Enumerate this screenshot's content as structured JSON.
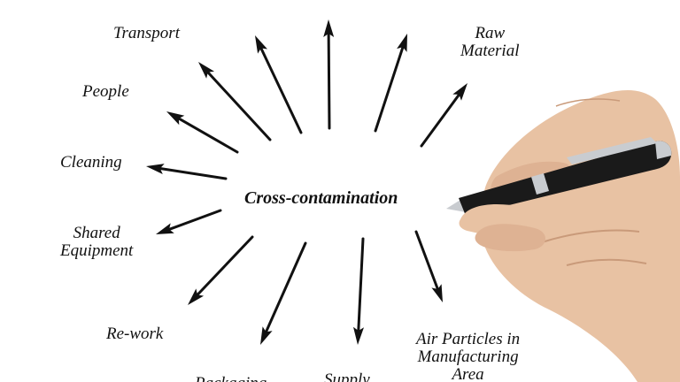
{
  "diagram": {
    "center": "Cross-contamination",
    "labels": {
      "transport": "Transport",
      "people": "People",
      "cleaning": "Cleaning",
      "shared_equipment": "Shared\nEquipment",
      "rework": "Re-work",
      "packaging": "Packaging",
      "supply": "Supply",
      "air_particles": "Air Particles in\nManufacturing\nArea",
      "raw_material": "Raw\nMaterial"
    }
  },
  "colors": {
    "ink": "#111111",
    "background": "#ffffff",
    "skin": "#e8c2a3",
    "pen_body": "#1a1a1a",
    "pen_chrome": "#c9ccd0"
  },
  "icons": [
    "arrow-icon",
    "hand-icon",
    "pen-icon"
  ]
}
